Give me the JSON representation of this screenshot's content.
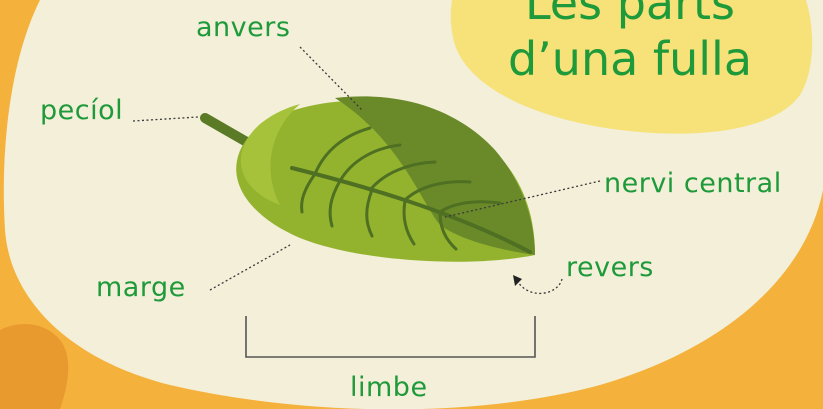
{
  "title": {
    "line1": "Les parts",
    "line2": "d’una fulla"
  },
  "labels": {
    "anvers": "anvers",
    "peciol": "pecíol",
    "nervi_central": "nervi central",
    "marge": "marge",
    "revers": "revers",
    "limbe": "limbe"
  },
  "colors": {
    "background_orange": "#f4b13c",
    "panel_cream": "#f3efd9",
    "title_bubble": "#f7e27a",
    "label_green": "#1f9a3a",
    "leaf_light": "#93b32e",
    "leaf_dark": "#6a8a2a",
    "vein": "#4f6f22"
  }
}
